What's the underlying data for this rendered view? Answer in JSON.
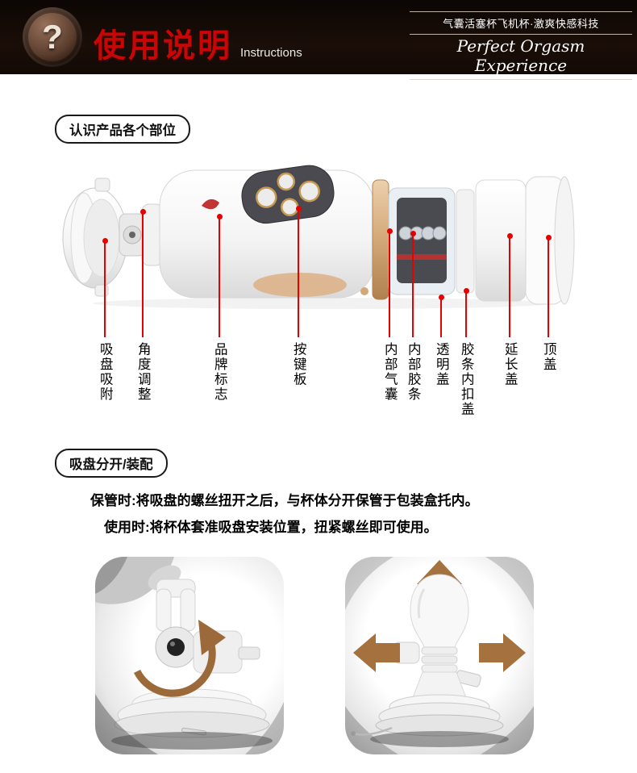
{
  "header": {
    "badge": "?",
    "title_cn": "使用说明",
    "title_en": "Instructions",
    "tagline_cn": "气囊活塞杯飞机杯·激爽快感科技",
    "tagline_en": "Perfect Orgasm Experience"
  },
  "sections": {
    "parts": {
      "heading": "认识产品各个部位",
      "labels": [
        "吸盘吸附",
        "角度调整",
        "品牌标志",
        "按键板",
        "内部气囊",
        "内部胶条",
        "透明盖",
        "胶条内扣盖",
        "延长盖",
        "顶盖"
      ]
    },
    "assembly": {
      "heading": "吸盘分开/装配",
      "line1": "保管时:将吸盘的螺丝扭开之后，与杯体分开保管于包装盒托内。",
      "line2": "使用时:将杯体套准吸盘安装位置，扭紧螺丝即可使用。"
    }
  },
  "colors": {
    "title_red": "#c80606",
    "callout_red": "#e60000",
    "arrow_brown": "#a5713f",
    "gold_accent": "#d3a878"
  }
}
